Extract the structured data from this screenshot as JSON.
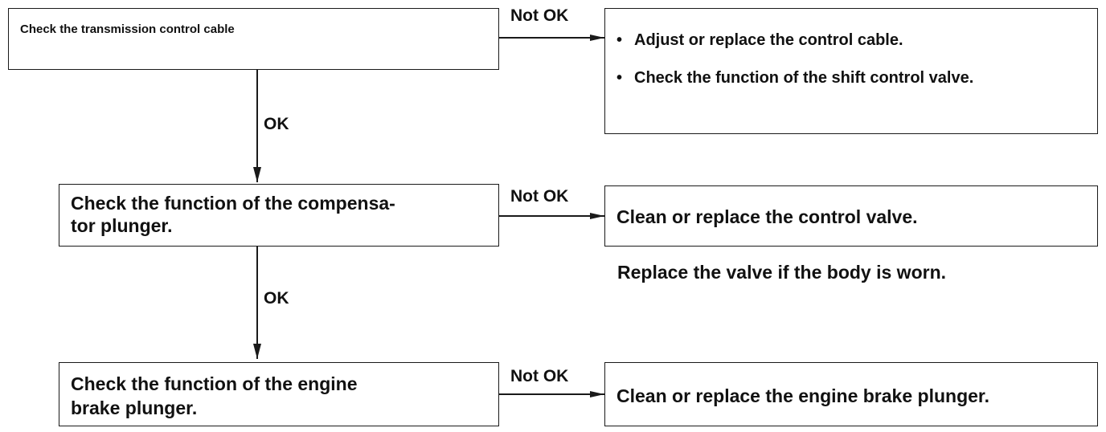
{
  "steps": [
    {
      "check_lines": [
        "Check the transmission control cable"
      ],
      "result_label": "Not OK",
      "actions": [
        "Adjust or replace the control cable.",
        "Check the function of the shift control   valve."
      ]
    },
    {
      "check_lines": [
        "Check the function of the compensa-",
        "tor plunger."
      ],
      "result_label": "Not OK",
      "actions": [
        "Clean or replace the control valve."
      ],
      "note": "Replace the valve if the body is worn."
    },
    {
      "check_lines": [
        "Check the function of the engine",
        "brake plunger."
      ],
      "result_label": "Not OK",
      "actions": [
        "Clean or replace the engine brake plunger."
      ]
    }
  ],
  "flow_labels": [
    "OK",
    "OK"
  ],
  "bullet_char": "•"
}
